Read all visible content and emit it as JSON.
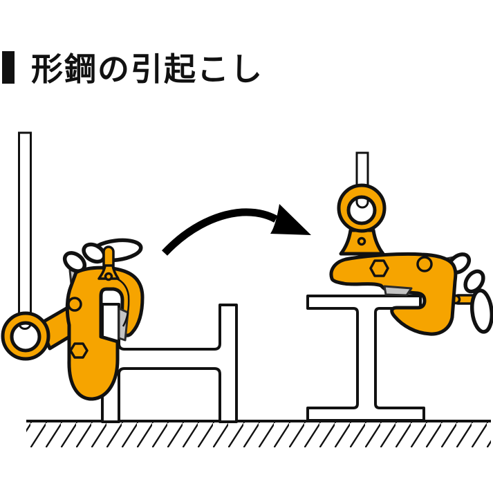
{
  "header": {
    "title": "形鋼の引起こし"
  },
  "scene": {
    "colors": {
      "clamp_orange": "#F6A400",
      "outline": "#111111",
      "steel_fill": "#FFFFFF",
      "wedge_gray": "#C4C4C4",
      "arrow_black": "#000000"
    },
    "left_figure": "vertical-clamp-gripping-flange-of-h-beam-lying-on-side",
    "right_figure": "clamp-rotated-gripping-top-flange-of-upright-i-beam",
    "motion": "curved-arrow-left-to-right"
  }
}
